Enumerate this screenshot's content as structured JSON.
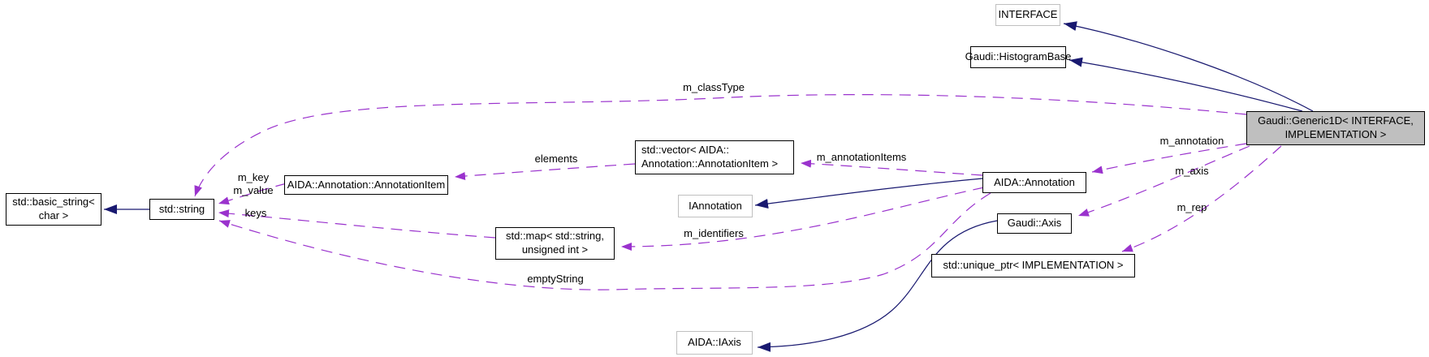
{
  "diagram": {
    "type": "class-collaboration-graph",
    "colors": {
      "background": "#ffffff",
      "inheritance_edge": "#191970",
      "usage_edge": "#9a32cd",
      "node_border": "#000000",
      "external_node_border": "#c0c0c0",
      "node_fill": "#ffffff",
      "selected_node_fill": "#bfbfbf",
      "text": "#000000"
    },
    "nodes": [
      {
        "id": "interface",
        "label": "INTERFACE"
      },
      {
        "id": "histogram-base",
        "label": "Gaudi::HistogramBase"
      },
      {
        "id": "generic1d",
        "label": "Gaudi::Generic1D< INTERFACE,\nIMPLEMENTATION >"
      },
      {
        "id": "vector-annotation-item",
        "label": "std::vector< AIDA::\nAnnotation::AnnotationItem >"
      },
      {
        "id": "annotation-item",
        "label": "AIDA::Annotation::AnnotationItem"
      },
      {
        "id": "basic-string",
        "label": "std::basic_string<\nchar >"
      },
      {
        "id": "string",
        "label": "std::string"
      },
      {
        "id": "iannotation",
        "label": "IAnnotation"
      },
      {
        "id": "aida-annotation",
        "label": "AIDA::Annotation"
      },
      {
        "id": "gaudi-axis",
        "label": "Gaudi::Axis"
      },
      {
        "id": "map-string-uint",
        "label": "std::map< std::string,\nunsigned int >"
      },
      {
        "id": "unique-ptr",
        "label": "std::unique_ptr< IMPLEMENTATION >"
      },
      {
        "id": "iaxis",
        "label": "AIDA::IAxis"
      }
    ],
    "edges": [
      {
        "from": "Gaudi::Generic1D",
        "to": "INTERFACE",
        "type": "inheritance",
        "label": ""
      },
      {
        "from": "Gaudi::Generic1D",
        "to": "Gaudi::HistogramBase",
        "type": "inheritance",
        "label": ""
      },
      {
        "from": "AIDA::Annotation",
        "to": "IAnnotation",
        "type": "inheritance",
        "label": ""
      },
      {
        "from": "Gaudi::Axis",
        "to": "AIDA::IAxis",
        "type": "inheritance",
        "label": ""
      },
      {
        "from": "std::string",
        "to": "std::basic_string< char >",
        "type": "inheritance",
        "label": ""
      },
      {
        "from": "Gaudi::Generic1D",
        "to": "std::string",
        "type": "usage",
        "label": "m_classType"
      },
      {
        "from": "Gaudi::Generic1D",
        "to": "AIDA::Annotation",
        "type": "usage",
        "label": "m_annotation"
      },
      {
        "from": "Gaudi::Generic1D",
        "to": "Gaudi::Axis",
        "type": "usage",
        "label": "m_axis"
      },
      {
        "from": "Gaudi::Generic1D",
        "to": "std::unique_ptr< IMPLEMENTATION >",
        "type": "usage",
        "label": "m_rep"
      },
      {
        "from": "AIDA::Annotation",
        "to": "std::vector< AIDA::Annotation::AnnotationItem >",
        "type": "usage",
        "label": "m_annotationItems"
      },
      {
        "from": "AIDA::Annotation",
        "to": "std::map< std::string, unsigned int >",
        "type": "usage",
        "label": "m_identifiers"
      },
      {
        "from": "AIDA::Annotation",
        "to": "std::string",
        "type": "usage",
        "label": "emptyString"
      },
      {
        "from": "std::vector< AIDA::Annotation::AnnotationItem >",
        "to": "AIDA::Annotation::AnnotationItem",
        "type": "usage",
        "label": "elements"
      },
      {
        "from": "AIDA::Annotation::AnnotationItem",
        "to": "std::string",
        "type": "usage",
        "label": "m_key\nm_value"
      },
      {
        "from": "std::map< std::string, unsigned int >",
        "to": "std::string",
        "type": "usage",
        "label": "keys"
      }
    ]
  }
}
